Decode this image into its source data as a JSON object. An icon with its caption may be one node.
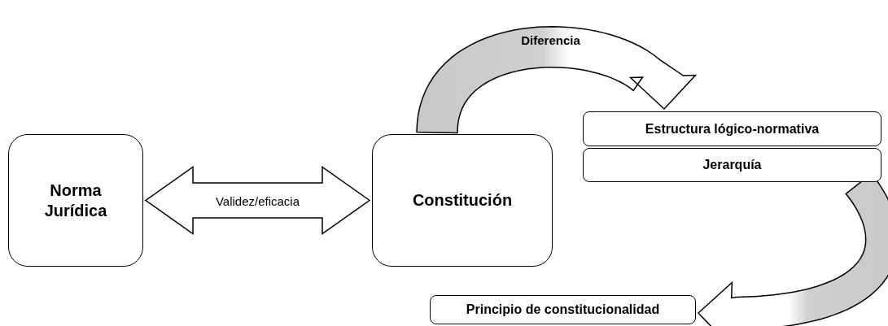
{
  "diagram": {
    "nodes": [
      {
        "text": [
          "Norma Jurídica"
        ]
      },
      {
        "text": [
          "Constitución"
        ]
      },
      {
        "text": [
          "Estructura lógico-normativa"
        ]
      },
      {
        "text": [
          "Jerarquía"
        ]
      },
      {
        "text": [
          "Principio de constitucionalidad"
        ]
      }
    ],
    "edges": [
      {
        "from": 0,
        "to": 1,
        "arrow": "both",
        "label": "Validez/eficacia"
      },
      {
        "from": 1,
        "to": 2,
        "arrow": "to",
        "label": "Diferencia"
      },
      {
        "from": 3,
        "to": 4,
        "arrow": "to"
      }
    ]
  }
}
